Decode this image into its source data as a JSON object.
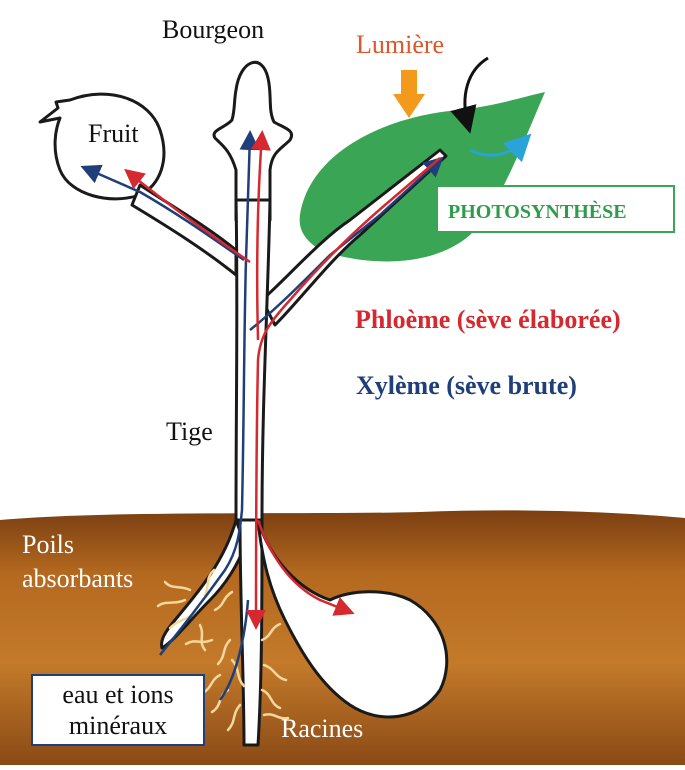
{
  "labels": {
    "bourgeon": "Bourgeon",
    "lumiere": "Lumière",
    "fruit": "Fruit",
    "photosynthese": "PHOTOSYNTHÈSE",
    "phloeme": "Phloème (sève élaborée)",
    "xyleme": "Xylème (sève brute)",
    "tige": "Tige",
    "poils_line1": "Poils",
    "poils_line2": "absorbants",
    "eau_line1": "eau et ions",
    "eau_line2": "minéraux",
    "racines": "Racines"
  },
  "colors": {
    "phloem": "#d6282f",
    "xylem": "#1f3f7a",
    "leaf": "#3aa655",
    "photo_text": "#2e9c4a",
    "light_label": "#e0552a",
    "light_arrow": "#f39a1c",
    "soil_top": "#8a4a16",
    "soil_mid": "#b86e22",
    "root_hair": "#f3d89a"
  }
}
